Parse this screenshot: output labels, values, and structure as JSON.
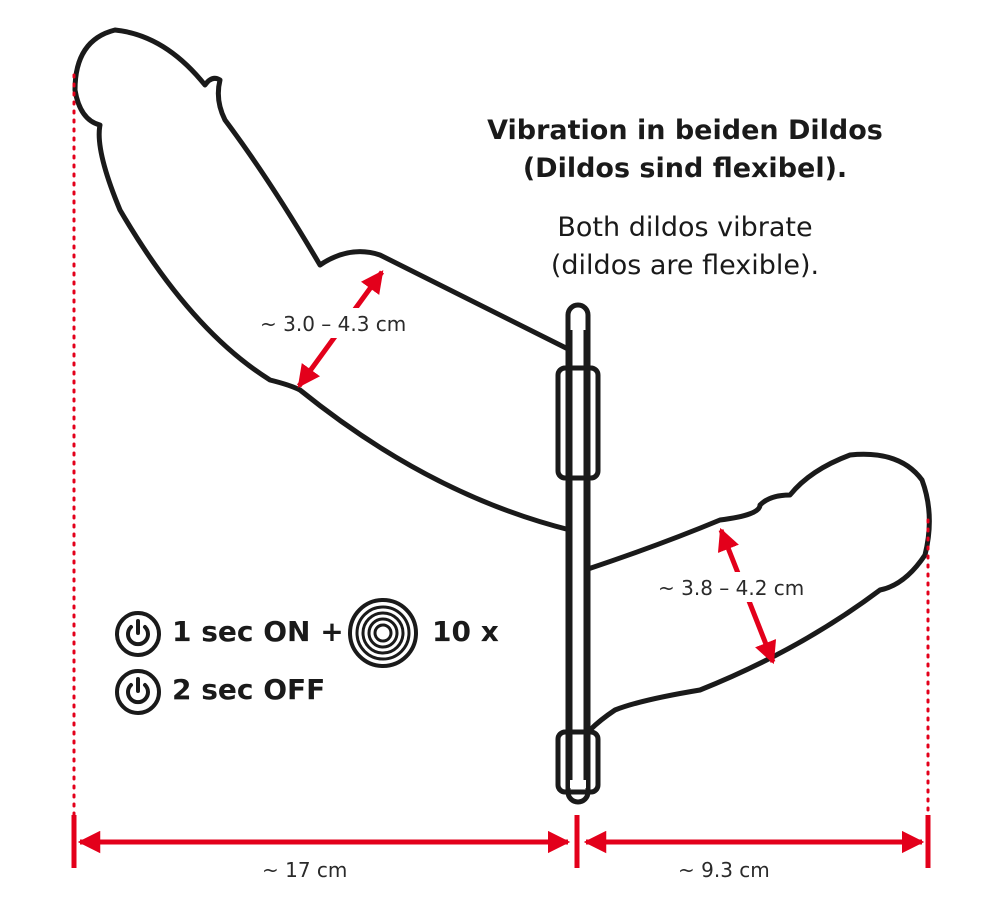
{
  "title_de": [
    "Vibration in beiden Dildos",
    "(Dildos sind flexibel)."
  ],
  "title_en": [
    "Both dildos vibrate",
    "(dildos are flexible)."
  ],
  "dimensions": {
    "large_diameter": "~ 3.0 – 4.3 cm",
    "small_diameter": "~ 3.8 – 4.2 cm",
    "large_length": "~ 17 cm",
    "small_length": "~ 9.3 cm"
  },
  "legend": {
    "row1_text": "1 sec ON +",
    "row1_count": "10 x",
    "row2_text": "2 sec OFF"
  },
  "icons": [
    "power-icon",
    "vibration-rings-icon",
    "power-icon"
  ],
  "colors": {
    "outline": "#1a1a1a",
    "dimension": "#e3001b"
  }
}
